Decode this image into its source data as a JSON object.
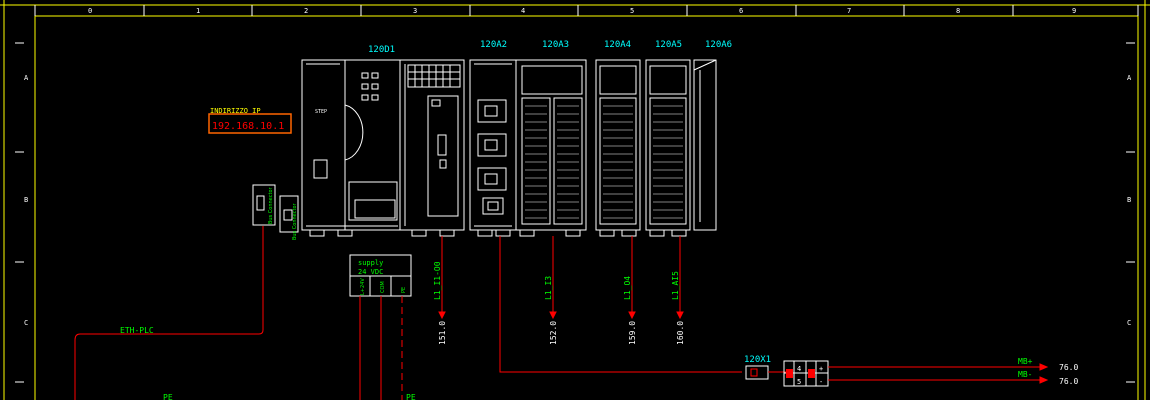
{
  "colors": {
    "background": "#000000",
    "frame": "#ffff00",
    "outline": "#ffffff",
    "tag": "#00ffff",
    "signal": "#ff0000",
    "label": "#00ff00",
    "address": "#ff0000",
    "address_box": "#ff6600",
    "title_yellow": "#ffff00"
  },
  "border": {
    "columns": [
      "0",
      "1",
      "2",
      "3",
      "4",
      "5",
      "6",
      "7",
      "8",
      "9"
    ],
    "rows": [
      "A",
      "B",
      "C"
    ]
  },
  "plc": {
    "cpu_tag": "120D1",
    "module_tags": [
      "120A2",
      "120A3",
      "120A4",
      "120A5",
      "120A6"
    ],
    "cpu_brand": "STEP",
    "ip_caption": "INDIRIZZO IP",
    "ip_address": "192.168.10.1"
  },
  "bus": {
    "left_connector": "Bus Connector",
    "right_connector": "Bus Connector"
  },
  "supply": {
    "title": "supply",
    "voltage": "24 VDC",
    "terminals": [
      "L+24V",
      "COM",
      "PE"
    ]
  },
  "signals": {
    "labels": [
      "L1_I1-O0",
      "L1_I3",
      "L1_O4",
      "L1_AI5"
    ],
    "references": [
      "151.0",
      "152.0",
      "159.0",
      "160.0"
    ]
  },
  "network": {
    "eth_label": "ETH-PLC",
    "pe_labels": [
      "PE",
      "PE"
    ]
  },
  "terminal": {
    "tag": "120X1",
    "pins": [
      "4",
      "5"
    ],
    "polarity": [
      "+",
      "-"
    ],
    "outputs": [
      {
        "name": "MB+",
        "ref": "76.0"
      },
      {
        "name": "MB-",
        "ref": "76.0"
      }
    ]
  }
}
